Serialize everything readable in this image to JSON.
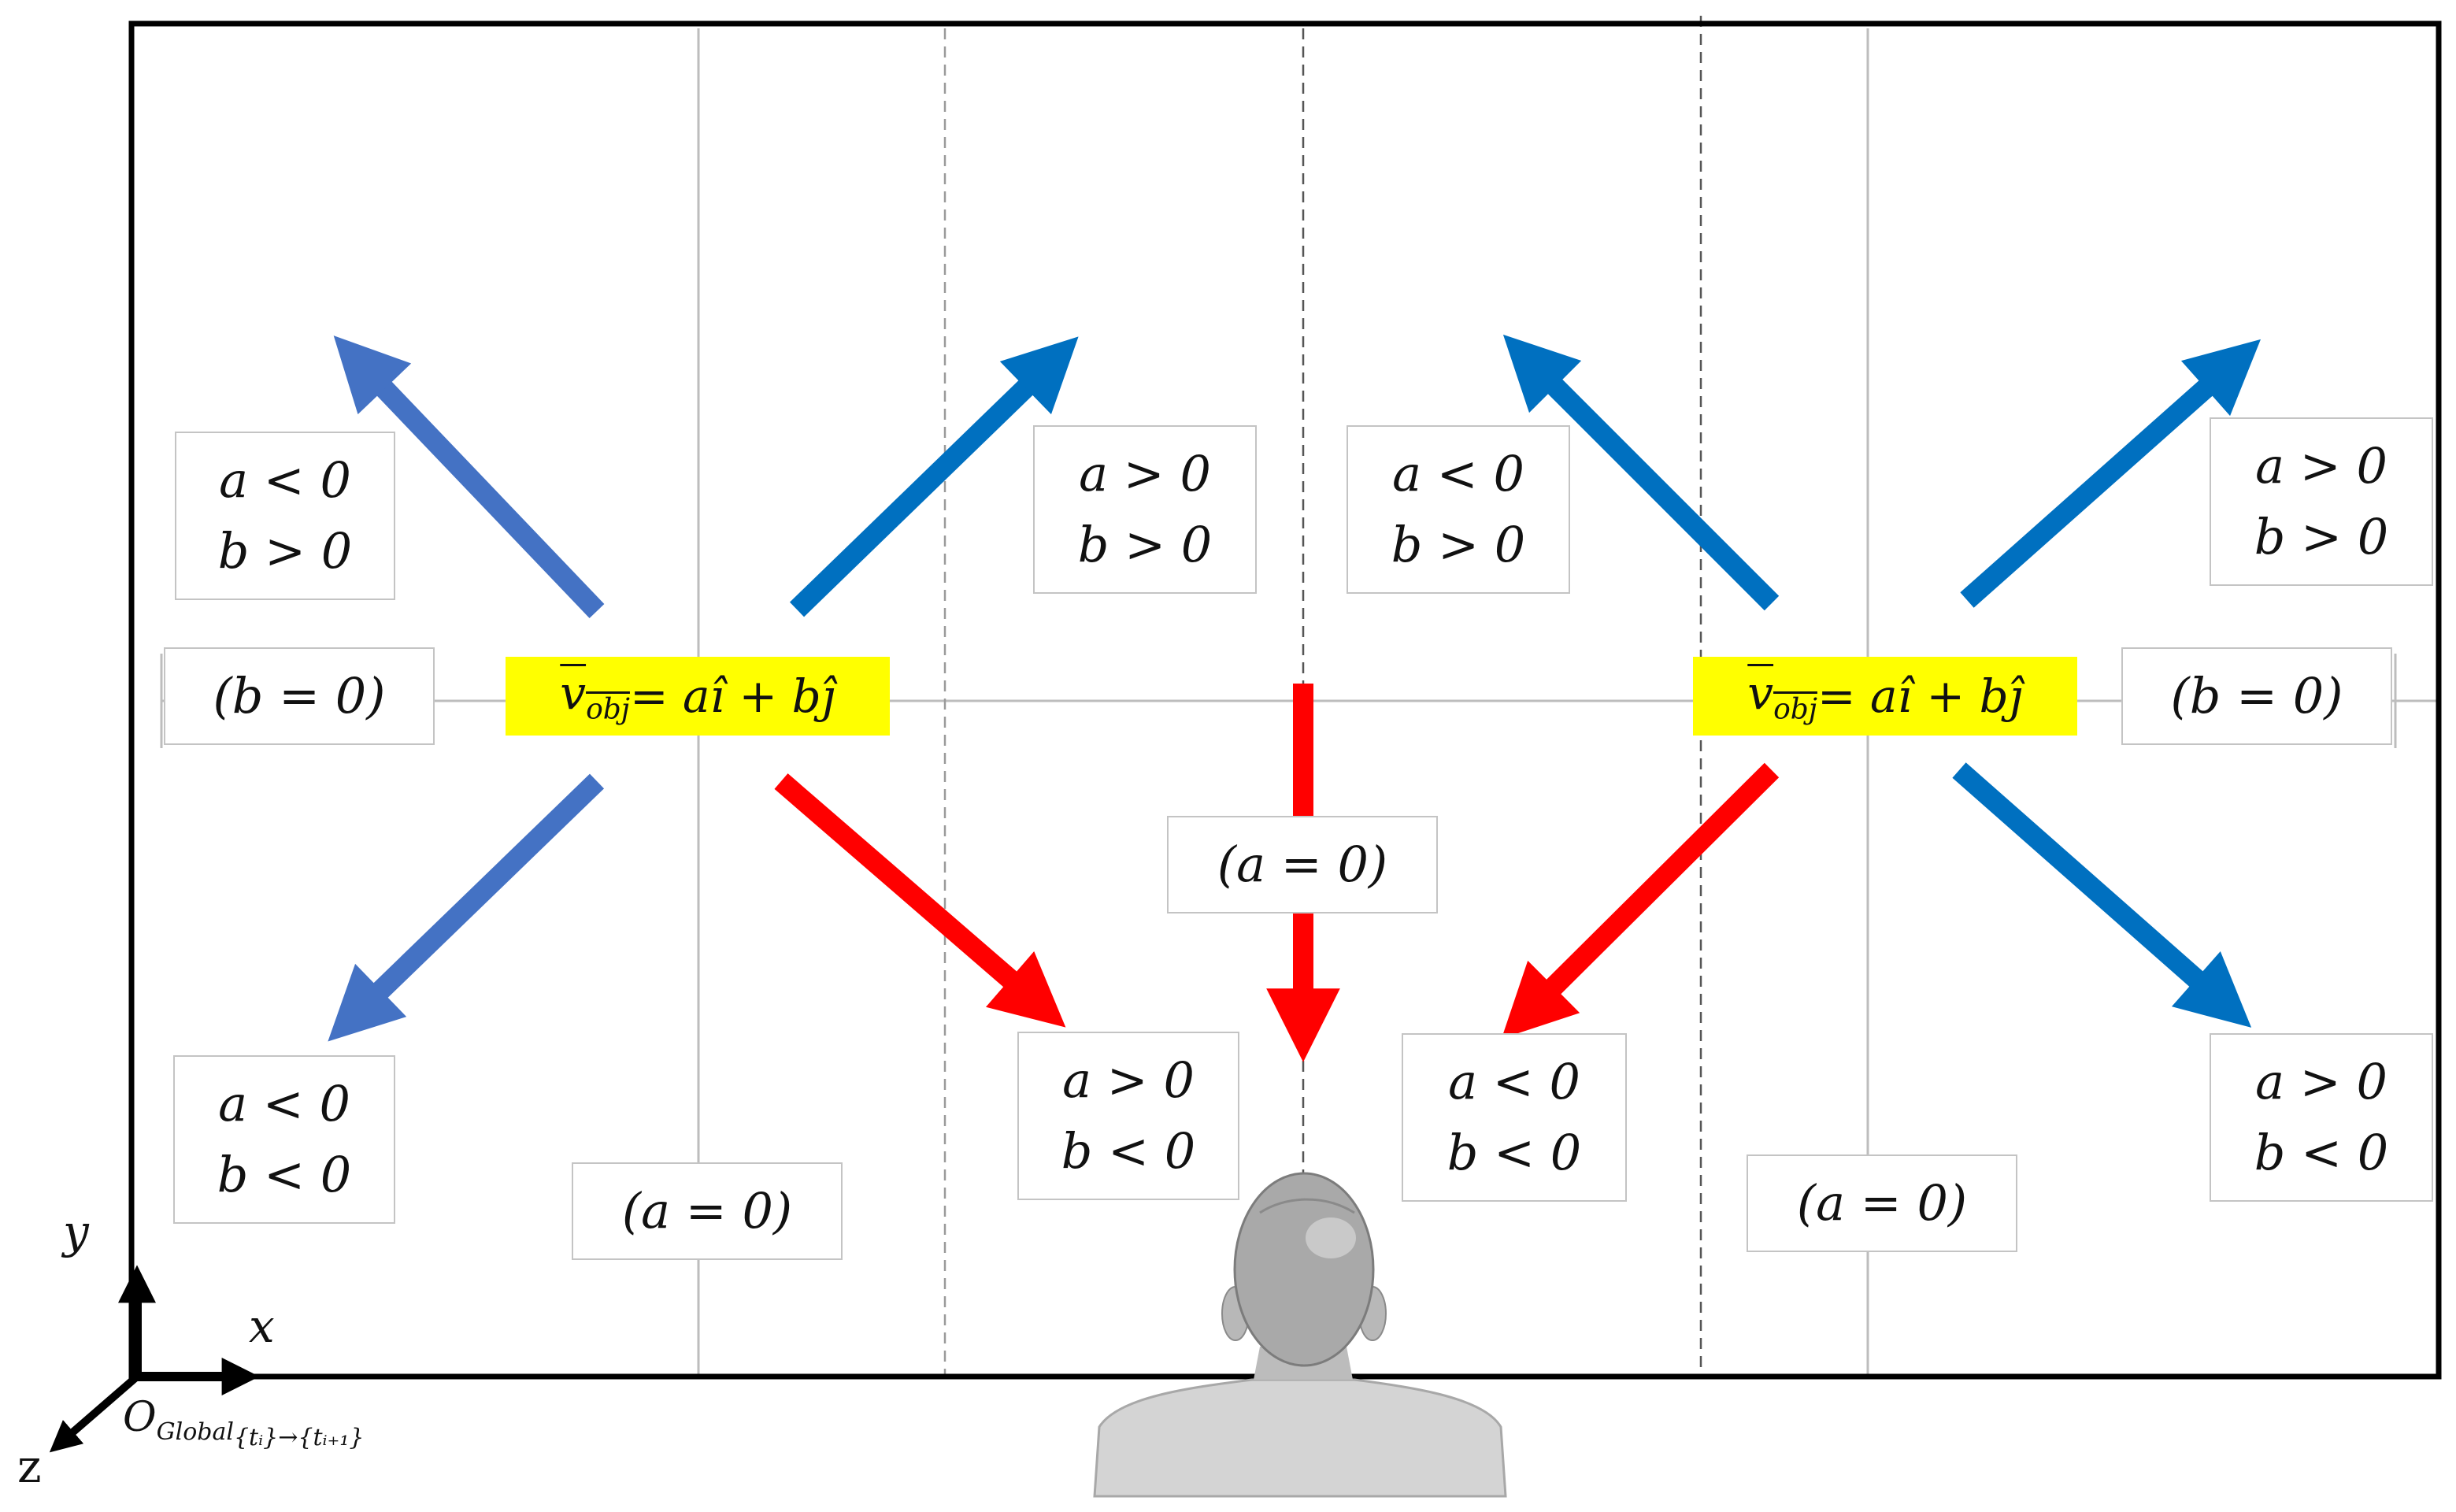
{
  "regions": {
    "top_left_outer": {
      "a": "a < 0",
      "b": "b > 0"
    },
    "top_left_inner": {
      "a": "a > 0",
      "b": "b > 0"
    },
    "top_right_inner": {
      "a": "a < 0",
      "b": "b > 0"
    },
    "top_right_outer": {
      "a": "a > 0",
      "b": "b > 0"
    },
    "bottom_left_outer": {
      "a": "a < 0",
      "b": "b < 0"
    },
    "bottom_left_inner": {
      "a": "a > 0",
      "b": "b < 0"
    },
    "bottom_right_inner": {
      "a": "a < 0",
      "b": "b < 0"
    },
    "bottom_right_outer": {
      "a": "a > 0",
      "b": "b < 0"
    }
  },
  "zero_labels": {
    "left_b": "(b = 0)",
    "right_b": "(b = 0)",
    "center_a": "(a = 0)",
    "left_a": "(a = 0)",
    "right_a": "(a = 0)"
  },
  "velocity": {
    "symbol": "v",
    "subscript": "obj",
    "expression": " = aî + bĵ"
  },
  "axes": {
    "y": "y",
    "x": "x",
    "z": "z",
    "origin": "O",
    "origin_sub": "Global",
    "origin_subsub": "{tᵢ}→{tᵢ₊₁}"
  },
  "colors": {
    "blue_light": "#4472c4",
    "blue": "#0070c0",
    "red": "#ff0000",
    "highlight": "#ffff00"
  },
  "icons": {
    "observer": "person-head-back-icon"
  }
}
